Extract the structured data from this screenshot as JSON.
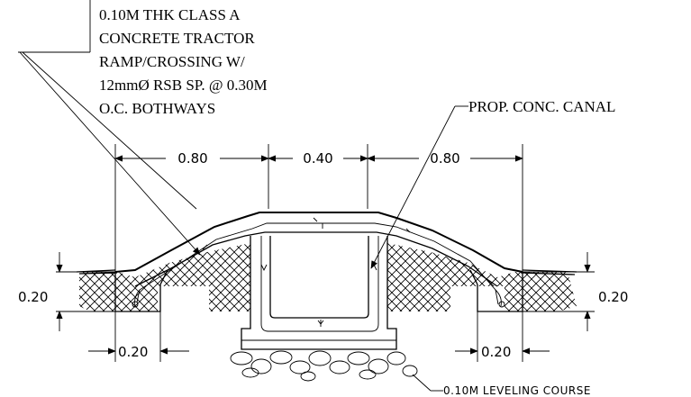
{
  "callouts": {
    "ramp_note": [
      "0.10M THK CLASS A",
      "CONCRETE TRACTOR",
      "RAMP/CROSSING W/",
      "12mmØ RSB SP. @ 0.30M",
      "O.C. BOTHWAYS"
    ],
    "canal_note": "PROP. CONC. CANAL",
    "leveling_note": "0.10M LEVELING COURSE"
  },
  "dimensions": {
    "top_left": "0.80",
    "top_center": "0.40",
    "top_right": "0.80",
    "left_height": "0.20",
    "right_height": "0.20",
    "bottom_left": "0.20",
    "bottom_right": "0.20"
  }
}
